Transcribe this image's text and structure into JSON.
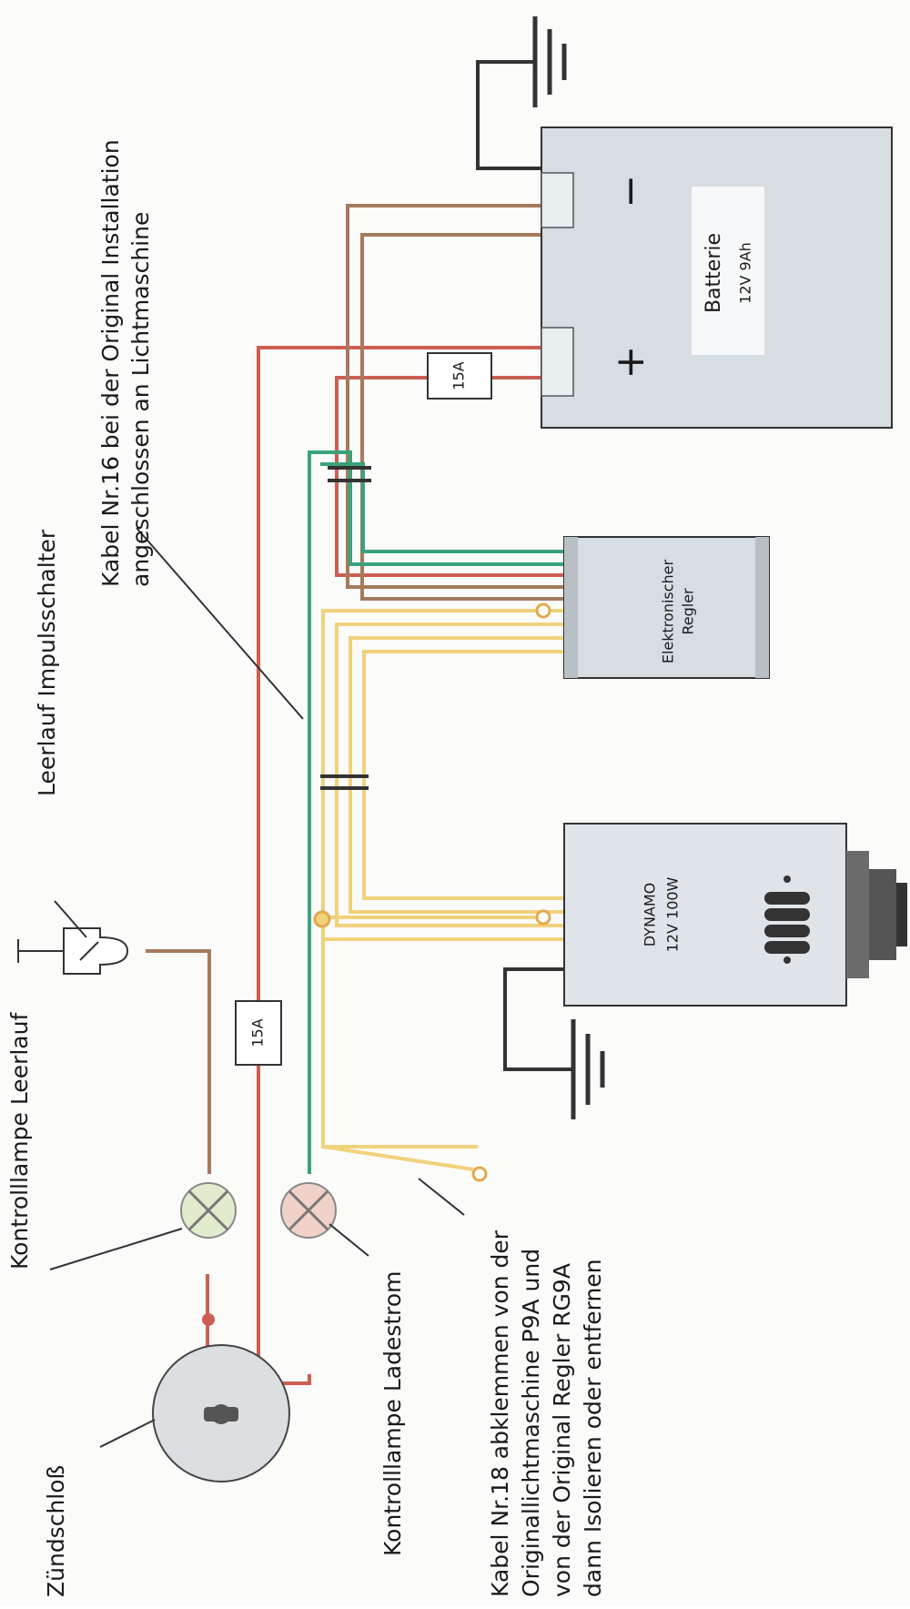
{
  "labels": {
    "zundschloss": "Zündschloß",
    "kontroll_leerlauf": "Kontrolllampe Leerlauf",
    "leerlauf_impuls": "Leerlauf Impulsschalter",
    "kontroll_ladestrom": "Kontrolllampe Ladestrom",
    "kabel16": [
      "Kabel Nr.16 bei der Original Installation",
      "angeschlossen an Lichtmaschine"
    ],
    "kabel18": [
      "Kabel Nr.18 abklemmen von der",
      "Originallichtmaschine P9A und",
      "von der Original Regler RG9A",
      "dann Isolieren oder entfernen"
    ]
  },
  "components": {
    "battery": {
      "name": "Batterie",
      "spec": "12V 9Ah",
      "plus": "+",
      "minus": "−"
    },
    "regulator": {
      "line1": "Elektronischer",
      "line2": "Regler"
    },
    "dynamo": {
      "line1": "DYNAMO",
      "line2": "12V 100W"
    },
    "fuse_top": "15A",
    "fuse_bottom": "15A"
  },
  "colors": {
    "red": "#cd5e52",
    "brown": "#a57a5c",
    "green": "#3aa37c",
    "yellow": "#f1d27c",
    "body_gray": "#d6dde3",
    "ground": "#333333"
  }
}
